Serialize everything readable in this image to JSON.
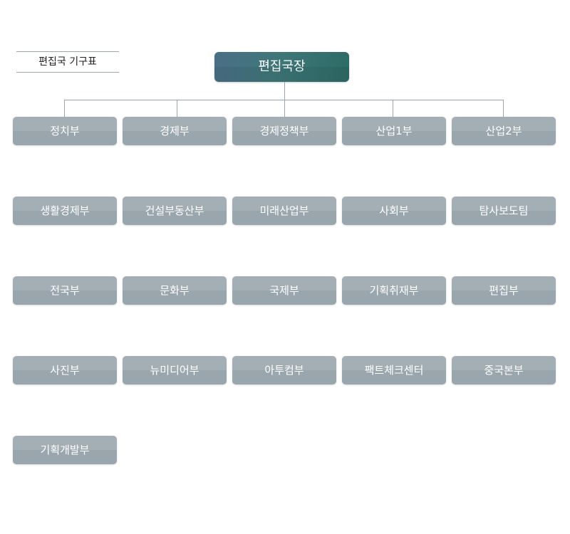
{
  "title": "편집국 기구표",
  "head": "편집국장",
  "departments": [
    "정치부",
    "경제부",
    "경제정책부",
    "산업1부",
    "산업2부",
    "생활경제부",
    "건설부동산부",
    "미래산업부",
    "사회부",
    "탐사보도팀",
    "전국부",
    "문화부",
    "국제부",
    "기획취재부",
    "편집부",
    "사진부",
    "뉴미디어부",
    "아투컴부",
    "팩트체크센터",
    "중국본부",
    "기획개발부"
  ]
}
